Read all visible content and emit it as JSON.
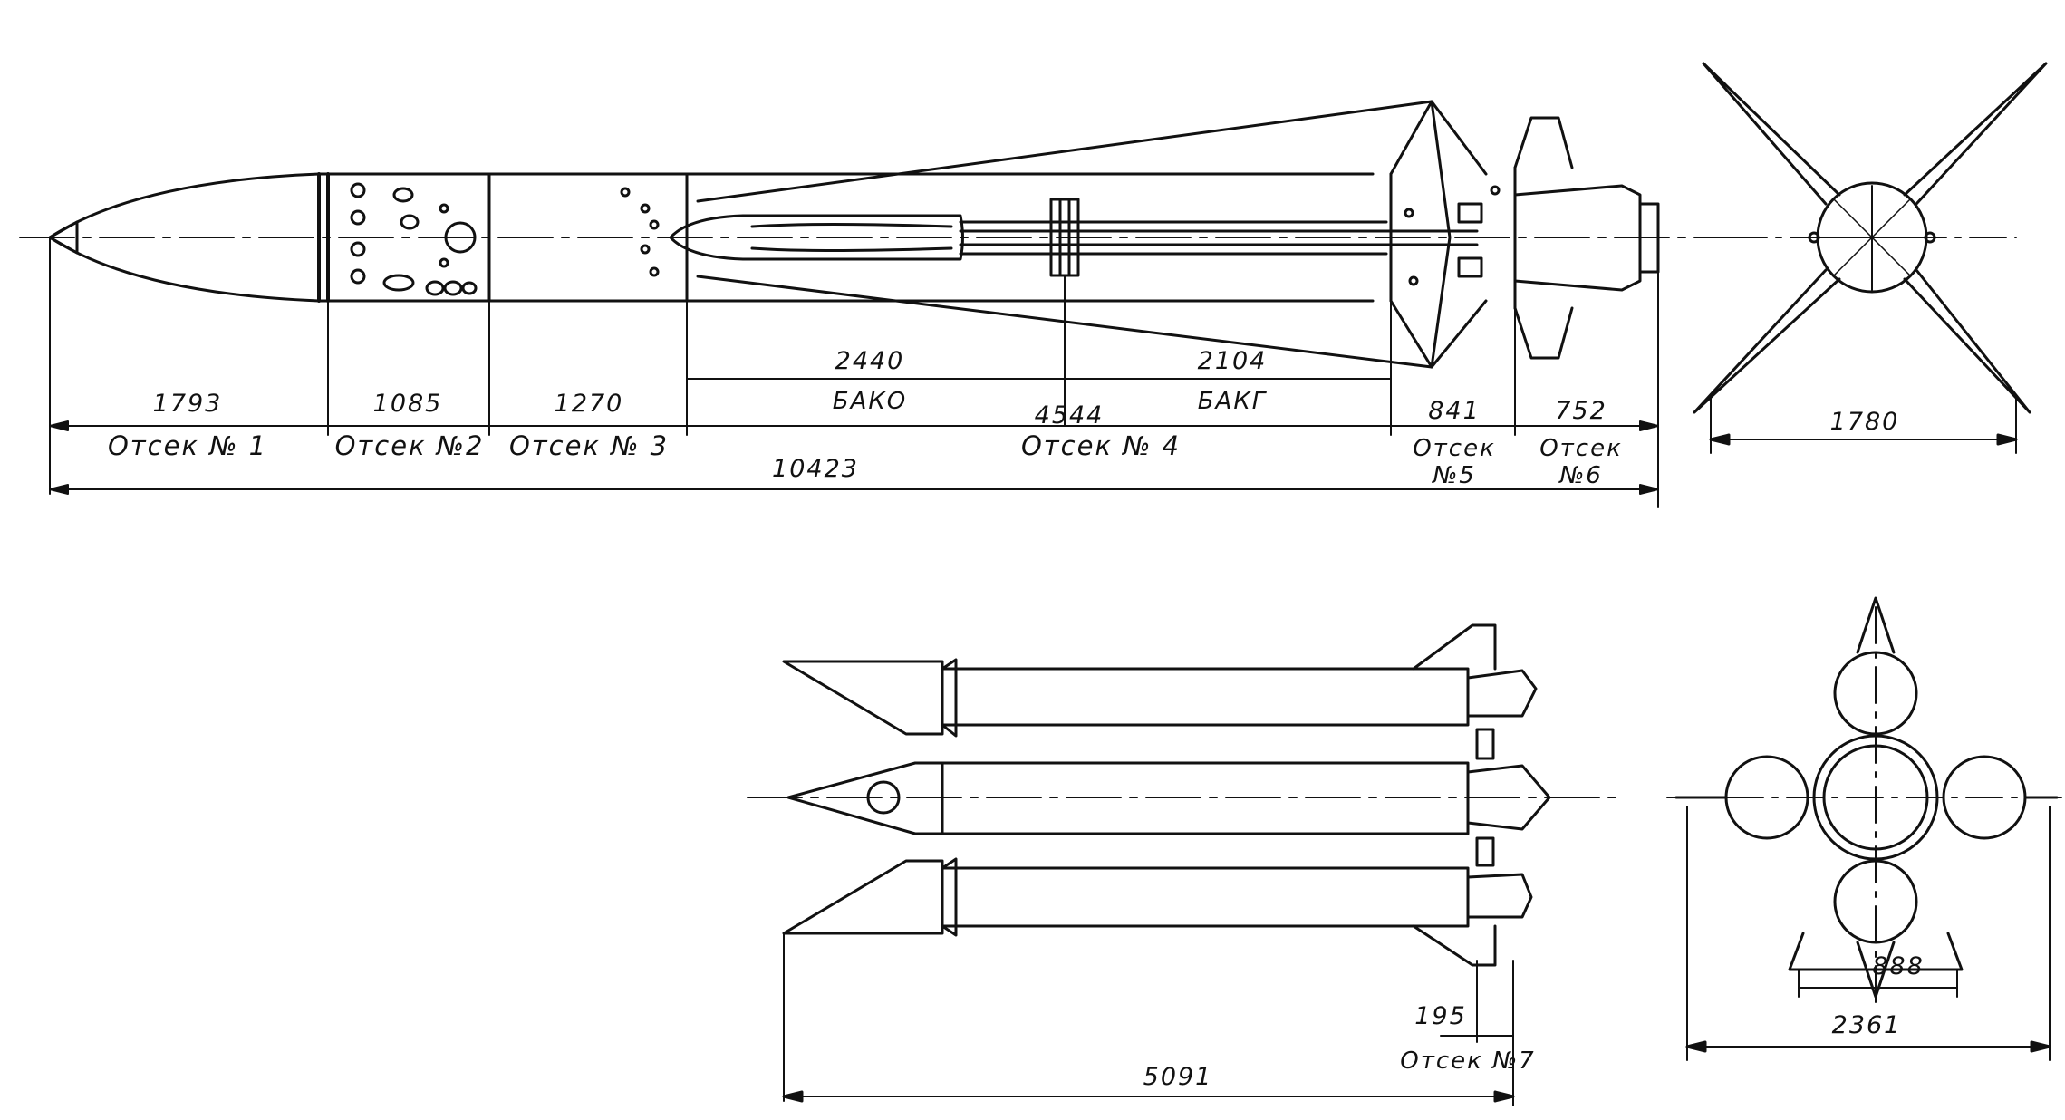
{
  "top_view": {
    "dims": {
      "c1": "1793",
      "c2": "1085",
      "c3": "1270",
      "tank_o": "2440",
      "tank_g": "2104",
      "c4_len": "4544",
      "c5": "841",
      "c6": "752",
      "total": "10423"
    },
    "labels": {
      "tank_o": "БАКО",
      "tank_g": "БАКГ",
      "c1": "Отсек № 1",
      "c2": "Отсек №2",
      "c3": "Отсек № 3",
      "c4": "Отсек № 4",
      "c5_a": "Отсек",
      "c5_b": "№5",
      "c6_a": "Отсек",
      "c6_b": "№6"
    }
  },
  "end_view_top": {
    "span": "1780"
  },
  "booster_view": {
    "dims": {
      "c7_small": "195",
      "length": "5091"
    },
    "labels": {
      "c7": "Отсек №7"
    }
  },
  "end_view_bottom": {
    "inner": "888",
    "span": "2361"
  }
}
